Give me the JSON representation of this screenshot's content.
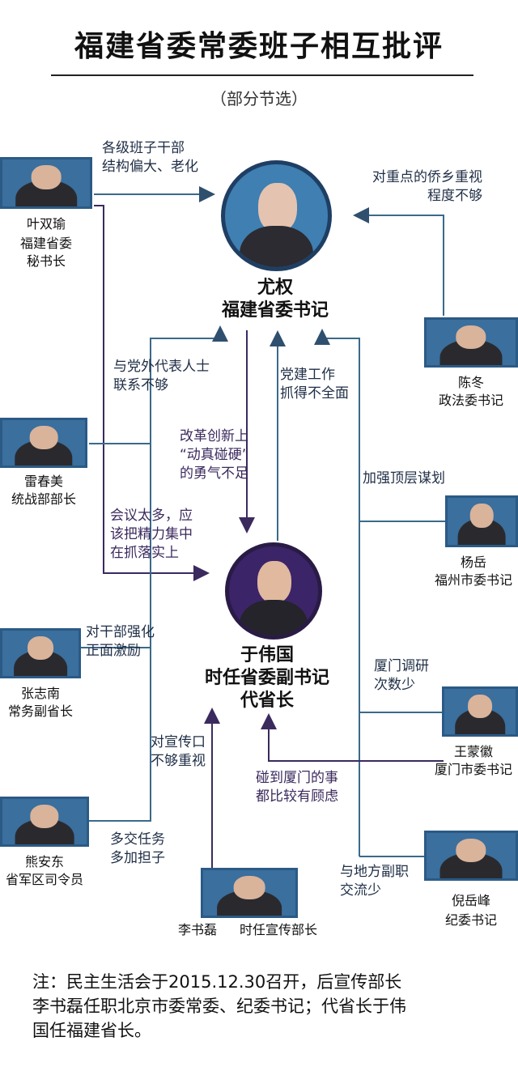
{
  "title": "福建省委常委班子相互批评",
  "subtitle": "（部分节选）",
  "center_top": {
    "name": "尤权",
    "role": "福建省委书记"
  },
  "center_bottom": {
    "name": "于伟国",
    "role_line1": "时任省委副书记",
    "role_line2": "代省长"
  },
  "people": {
    "ye": {
      "name": "叶双瑜",
      "role_line1": "福建省委",
      "role_line2": "秘书长"
    },
    "lei": {
      "name": "雷春美",
      "role": "统战部部长"
    },
    "zhang": {
      "name": "张志南",
      "role": "常务副省长"
    },
    "xiong": {
      "name": "熊安东",
      "role": "省军区司令员"
    },
    "li": {
      "name": "李书磊",
      "role": "时任宣传部长"
    },
    "chen": {
      "name": "陈冬",
      "role": "政法委书记"
    },
    "yang": {
      "name": "杨岳",
      "role": "福州市委书记"
    },
    "wang": {
      "name": "王蒙徽",
      "role": "厦门市委书记"
    },
    "ni": {
      "name": "倪岳峰",
      "role": "纪委书记"
    }
  },
  "criticisms": {
    "ye_to_you": [
      "各级班子干部",
      "结构偏大、老化"
    ],
    "chen_to_you": [
      "对重点的侨乡重视",
      "程度不够"
    ],
    "lei_to_you": [
      "与党外代表人士",
      "联系不够"
    ],
    "party_building": [
      "党建工作",
      "抓得不全面"
    ],
    "reform": [
      "改革创新上",
      "“动真碰硬”",
      "的勇气不足"
    ],
    "top_design": [
      "加强顶层谋划"
    ],
    "meetings": [
      "会议太多，应",
      "该把精力集中",
      "在抓落实上"
    ],
    "cadre": [
      "对干部强化",
      "正面激励"
    ],
    "xiamen_research": [
      "厦门调研",
      "次数少"
    ],
    "propaganda": [
      "对宣传口",
      "不够重视"
    ],
    "xiamen_concern": [
      "碰到厦门的事",
      "都比较有顾虑"
    ],
    "tasks": [
      "多交任务",
      "多加担子"
    ],
    "exchange": [
      "与地方副职",
      "交流少"
    ]
  },
  "note": [
    "注：民主生活会于2015.12.30召开，后宣传部长",
    "李书磊任职北京市委常委、纪委书记；代省长于伟",
    "国任福建省长。"
  ]
}
